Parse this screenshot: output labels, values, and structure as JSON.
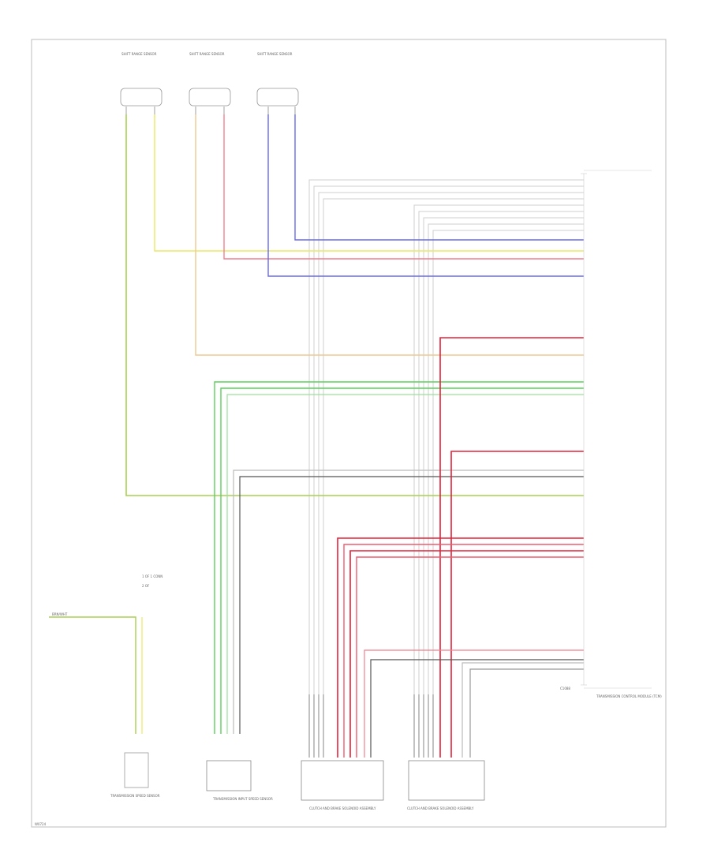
{
  "frame": {
    "footer_code": "W0724"
  },
  "sensors": [
    {
      "label": "SHIFT RANGE SENSOR"
    },
    {
      "label": "SHIFT RANGE SENSOR"
    },
    {
      "label": "SHIFT RANGE SENSOR"
    }
  ],
  "tcm": {
    "name": "TRANSMISSION CONTROL MODULE (TCM)",
    "connector": "C1088"
  },
  "components": {
    "input_speed_sensor": "TRANSMISSION INPUT SPEED SENSOR",
    "clutch_assembly_1": "CLUTCH AND BRAKE SOLENOID ASSEMBLY",
    "clutch_assembly_2": "CLUTCH AND BRAKE SOLENOID ASSEMBLY",
    "speed_sensor_module": "TRANSMISSION SPEED SENSOR"
  },
  "legend": {
    "line1": "1 OF 1 CONN",
    "line2": "2 OF"
  },
  "ground_label": "BRN/WHT",
  "colors": {
    "yellow_green": "#a8d050",
    "yellow": "#ece860",
    "orange": "#f0c890",
    "pink": "#f08090",
    "blue": "#6a6aee",
    "red": "#e8203a",
    "green": "#5ad05a",
    "dark_gray": "#444444",
    "light_gray": "#c8c8c8",
    "brown": "#b0904e"
  }
}
